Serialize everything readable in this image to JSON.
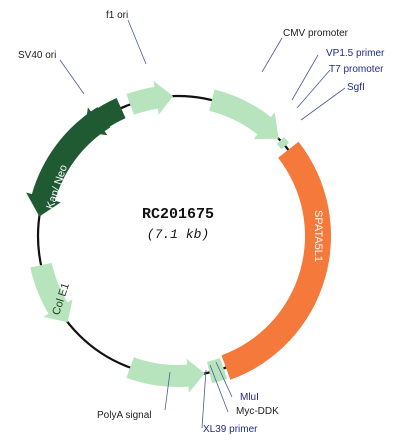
{
  "plasmid": {
    "name": "RC201675",
    "size": "(7.1 kb)"
  },
  "labels": {
    "f1_ori": "f1 ori",
    "cmv_promoter": "CMV promoter",
    "vp15_primer": "VP1.5 primer",
    "t7_promoter": "T7 promoter",
    "sgfi": "SgfI",
    "sv40_ori": "SV40 ori",
    "kan_neo": "Kan/ Neo",
    "spata5l1": "SPATA5L1",
    "col_e1": "Col E1",
    "polya_signal": "PolyA signal",
    "mlui": "MluI",
    "myc_ddk": "Myc-DDK",
    "xl39_primer": "XL39 primer"
  },
  "colors": {
    "light_green": "#b7e4bd",
    "dark_green": "#1f5a32",
    "orange": "#f5793a",
    "backbone": "#111111",
    "label_blue": "#1f2a8c"
  }
}
